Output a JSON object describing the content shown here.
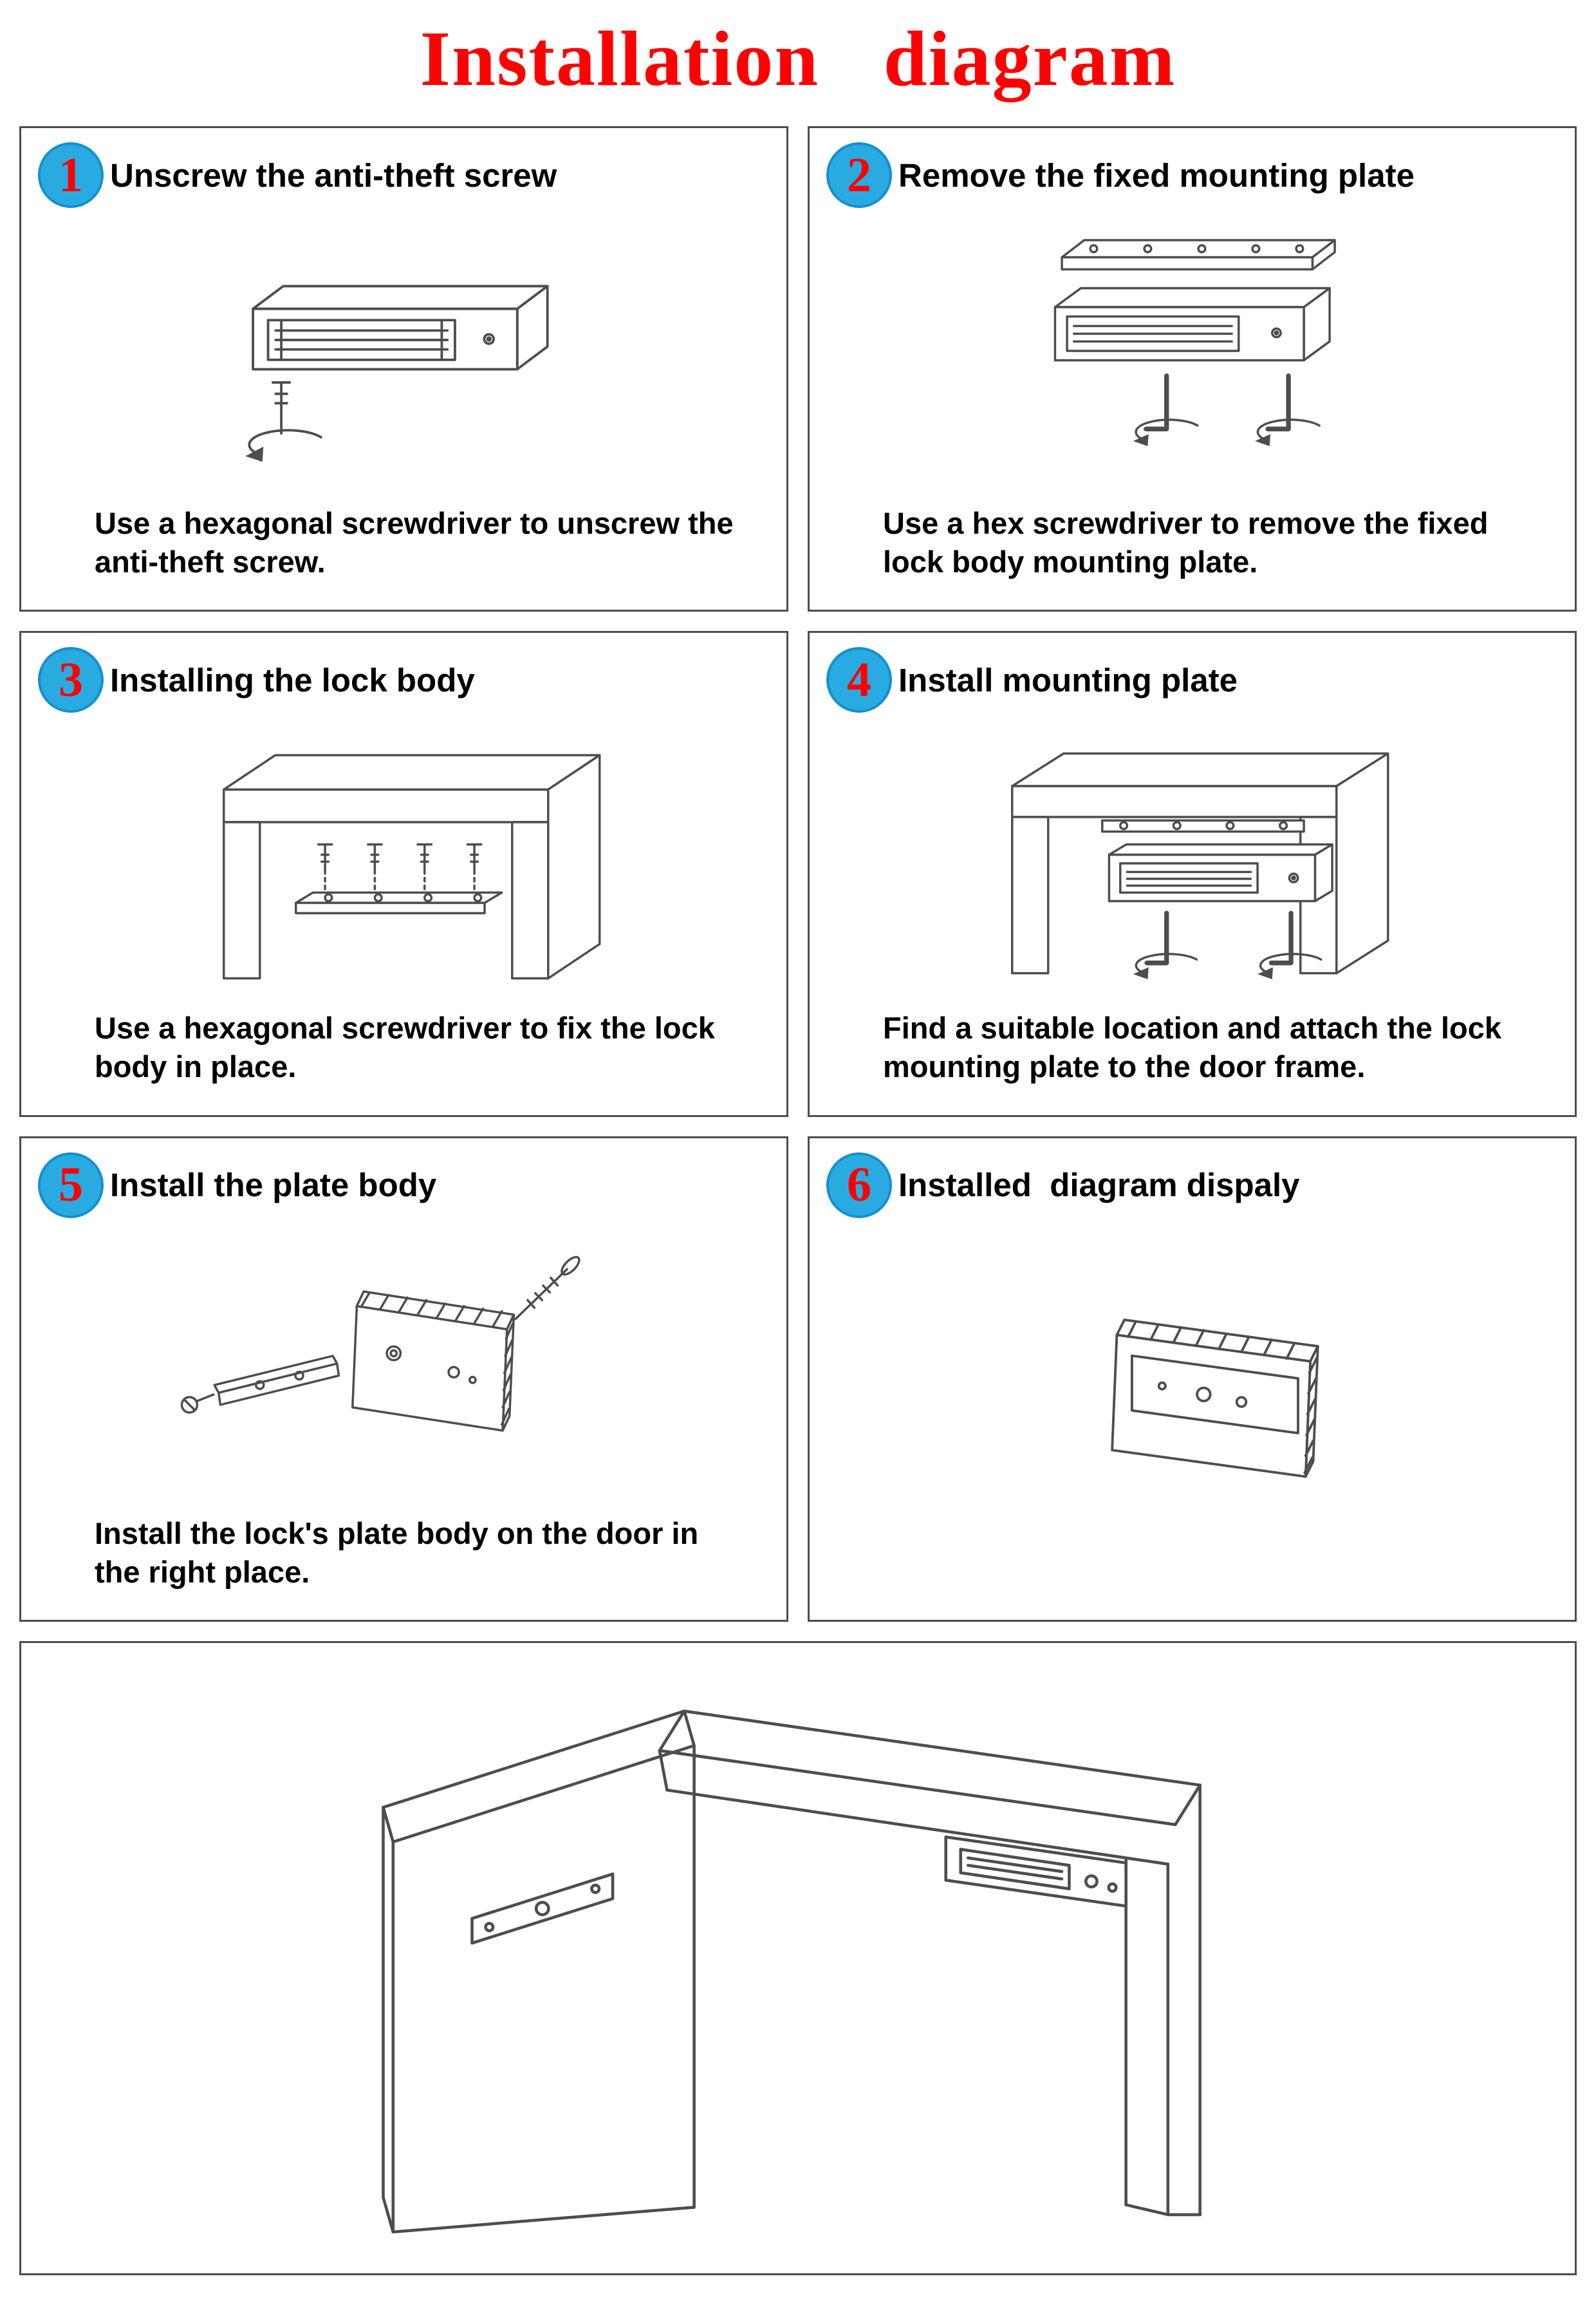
{
  "page": {
    "title": "Installation diagram"
  },
  "panels": [
    {
      "number": "1",
      "heading": "Unscrew the anti-theft screw",
      "caption": "Use a hexagonal screwdriver to unscrew the anti-theft screw.",
      "illustration": "maglock-body-with-anti-theft-screw"
    },
    {
      "number": "2",
      "heading": "Remove the fixed mounting plate",
      "caption": "Use a hex screwdriver to remove the fixed lock body mounting plate.",
      "illustration": "mounting-plate-lock-body-two-hex-keys"
    },
    {
      "number": "3",
      "heading": "Installing the lock body",
      "caption": "Use a hexagonal screwdriver to fix the lock body in place.",
      "illustration": "door-frame-with-lock-body-and-screws"
    },
    {
      "number": "4",
      "heading": "Install mounting plate",
      "caption": "Find a suitable location and attach the lock mounting plate to the door frame.",
      "illustration": "door-frame-with-mounting-plate-and-hex-keys"
    },
    {
      "number": "5",
      "heading": "Install the plate body",
      "caption": "Install the lock's plate body on the door in the right place.",
      "illustration": "armature-plate-and-plate-body-with-screws"
    },
    {
      "number": "6",
      "heading": "Installed  diagram dispaly",
      "caption": "",
      "illustration": "installed-bracket-on-door"
    }
  ],
  "bottom": {
    "illustration": "installed-door-overview"
  },
  "colors": {
    "title_red": "#ff0000",
    "badge_blue": "#29abe2",
    "badge_number_red": "#ff0000",
    "drawing_line": "#4d4d4d",
    "panel_border": "#4d4d4d"
  }
}
